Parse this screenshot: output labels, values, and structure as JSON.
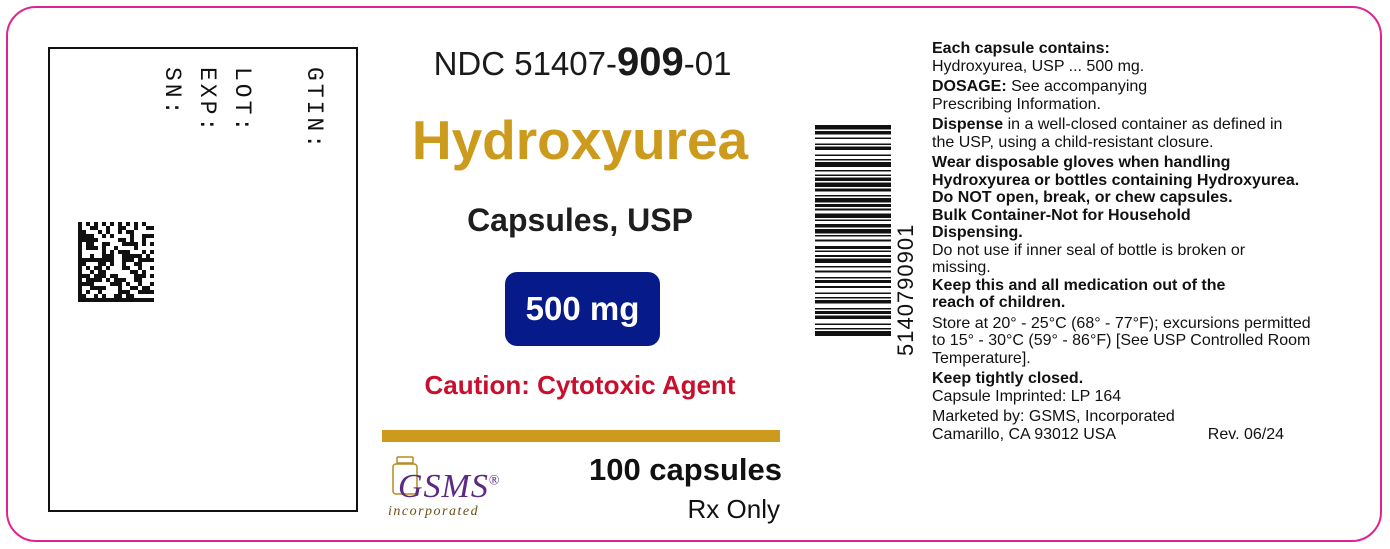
{
  "imprint": {
    "gtin": "GTIN:",
    "lot": "LOT:",
    "exp": "EXP:",
    "sn": "SN:"
  },
  "ndc": {
    "prefix": "NDC 51407-",
    "product_code": "909",
    "suffix": "-01"
  },
  "product_name": "Hydroxyurea",
  "dosage_form": "Capsules, USP",
  "strength": "500 mg",
  "caution": "Caution: Cytotoxic Agent",
  "count": "100 capsules",
  "rx": "Rx Only",
  "logo": {
    "name": "GSMS",
    "registered": "®",
    "tagline": "incorporated"
  },
  "barcode_number": "5140790901",
  "info": {
    "each_capsule_heading": "Each capsule contains:",
    "each_capsule_text": "Hydroxyurea, USP ... 500 mg.",
    "dosage_heading": "DOSAGE:",
    "dosage_text": " See accompanying Prescribing Information.",
    "dispense_heading": "Dispense",
    "dispense_text": " in a well-closed container as defined in the USP, using a child-resistant closure.",
    "gloves": "Wear disposable gloves when handling Hydroxyurea or bottles containing Hydroxyurea.",
    "do_not_open": "Do NOT open, break, or chew capsules.",
    "bulk": "Bulk Container-Not for Household Dispensing.",
    "seal": "Do not use if inner seal of bottle is broken or missing.",
    "keep_reach": "Keep this and all medication out of the reach of children.",
    "storage": "Store at 20° - 25°C (68° - 77°F); excursions permitted to 15° - 30°C (59° - 86°F) [See USP Controlled Room Temperature].",
    "keep_closed": "Keep tightly closed.",
    "imprint": "Capsule Imprinted: LP 164",
    "marketed_by": "Marketed by: GSMS, Incorporated",
    "address": "Camarillo, CA 93012 USA",
    "revision": "Rev. 06/24"
  },
  "colors": {
    "border": "#e0238f",
    "gold": "#cc9a1d",
    "strength_bg": "#071a8a",
    "caution": "#c8102e",
    "logo_purple": "#5b2a86"
  }
}
